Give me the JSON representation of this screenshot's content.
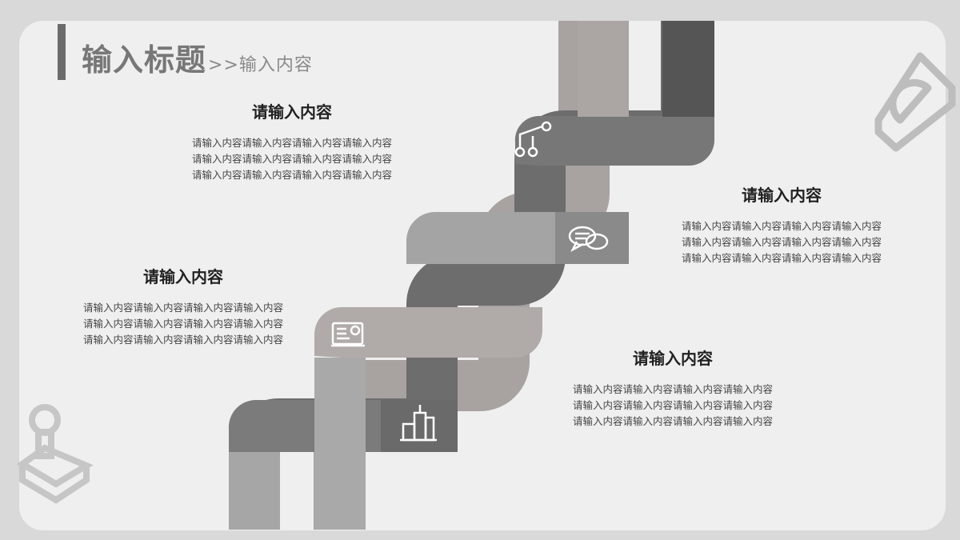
{
  "header": {
    "title": "输入标题",
    "subtitle": ">>输入内容"
  },
  "blocks": [
    {
      "heading": "请输入内容",
      "lines": [
        "请输入内容请输入内容请输入内容请输入内容",
        "请输入内容请输入内容请输入内容请输入内容",
        "请输入内容请输入内容请输入内容请输入内容"
      ]
    },
    {
      "heading": "请输入内容",
      "lines": [
        "请输入内容请输入内容请输入内容请输入内容",
        "请输入内容请输入内容请输入内容请输入内容",
        "请输入内容请输入内容请输入内容请输入内容"
      ]
    },
    {
      "heading": "请输入内容",
      "lines": [
        "请输入内容请输入内容请输入内容请输入内容",
        "请输入内容请输入内容请输入内容请输入内容",
        "请输入内容请输入内容请输入内容请输入内容"
      ]
    },
    {
      "heading": "请输入内容",
      "lines": [
        "请输入内容请输入内容请输入内容请输入内容",
        "请输入内容请输入内容请输入内容请输入内容",
        "请输入内容请输入内容请输入内容请输入内容"
      ]
    }
  ],
  "icons": [
    "flowchart-icon",
    "chat-icon",
    "monitor-chart-icon",
    "buildings-icon",
    "protractor-icon",
    "joystick-icon"
  ],
  "colors": {
    "dark": "#5a5a5a",
    "mid": "#7a7a7a",
    "light": "#a3a3a3",
    "taupe": "#b0aaa8",
    "brown": "#6f6b69"
  }
}
